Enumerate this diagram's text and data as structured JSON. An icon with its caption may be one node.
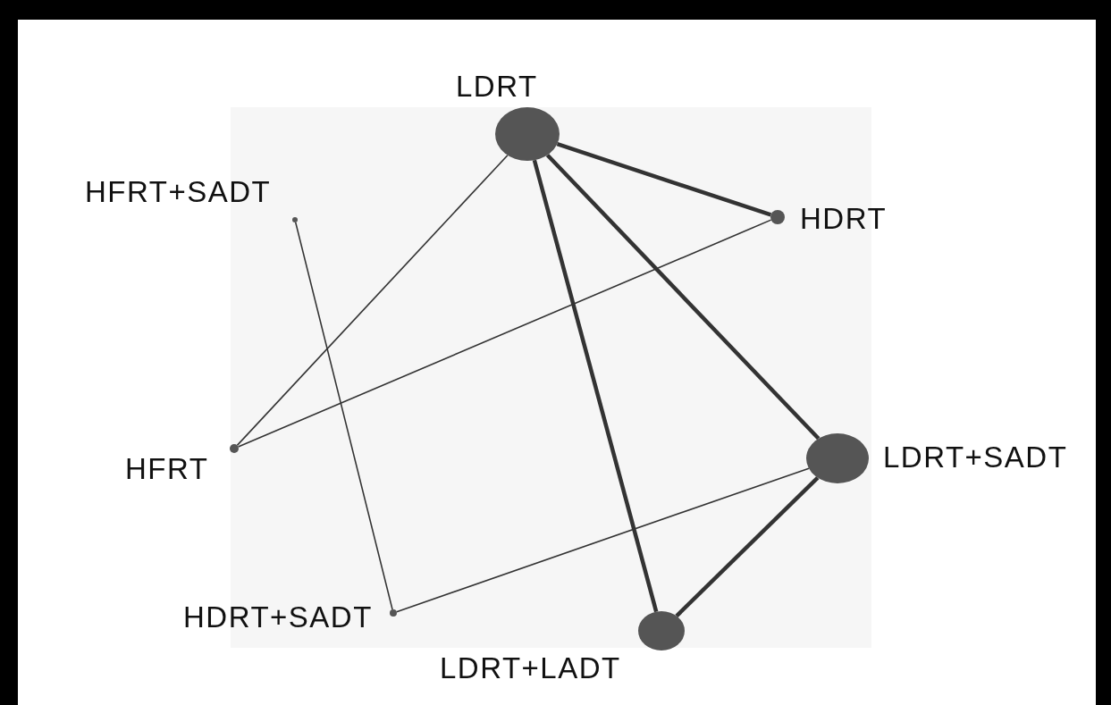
{
  "diagram": {
    "nodes": [
      {
        "text": [],
        "shape": "circle",
        "beside": [
          "LDRT"
        ]
      },
      {
        "text": [],
        "shape": "circle",
        "beside": [
          "HFRT+SADT"
        ]
      },
      {
        "text": [],
        "shape": "circle",
        "beside": [
          "HDRT"
        ]
      },
      {
        "text": [],
        "shape": "circle",
        "beside": [
          "HFRT"
        ]
      },
      {
        "text": [],
        "shape": "circle",
        "beside": [
          "LDRT+SADT"
        ]
      },
      {
        "text": [],
        "shape": "circle",
        "beside": [
          "HDRT+SADT"
        ]
      },
      {
        "text": [],
        "shape": "circle",
        "beside": [
          "LDRT+LADT"
        ]
      }
    ],
    "edges": [
      {
        "from": 0,
        "to": 3,
        "arrow": "none"
      },
      {
        "from": 0,
        "to": 2,
        "arrow": "none",
        "style": "thick"
      },
      {
        "from": 0,
        "to": 4,
        "arrow": "none",
        "style": "thick"
      },
      {
        "from": 0,
        "to": 6,
        "arrow": "none",
        "style": "thick"
      },
      {
        "from": 1,
        "to": 5,
        "arrow": "none"
      },
      {
        "from": 2,
        "to": 3,
        "arrow": "none"
      },
      {
        "from": 4,
        "to": 5,
        "arrow": "none"
      },
      {
        "from": 4,
        "to": 6,
        "arrow": "none",
        "style": "thick"
      }
    ]
  }
}
